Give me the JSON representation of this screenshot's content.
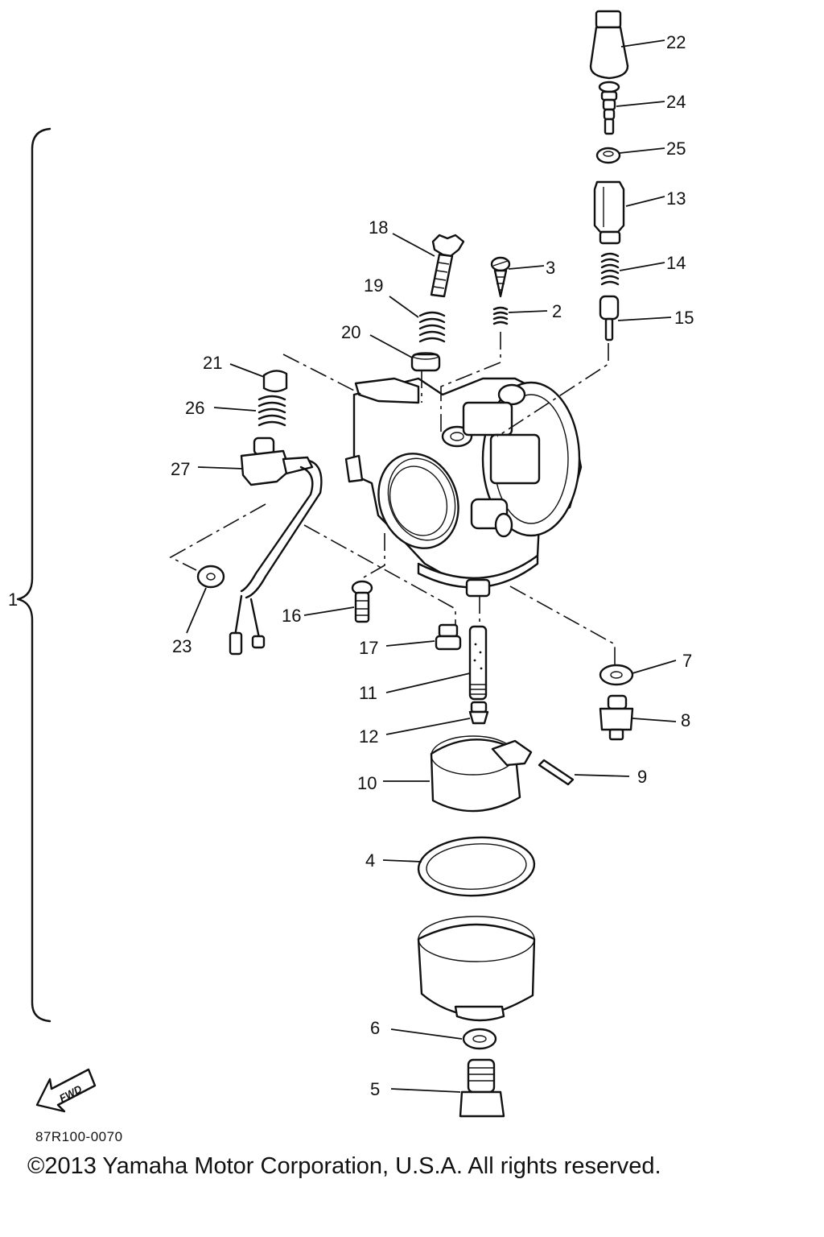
{
  "diagram": {
    "part_numbers": [
      "1",
      "2",
      "3",
      "4",
      "5",
      "6",
      "7",
      "8",
      "9",
      "10",
      "11",
      "12",
      "13",
      "14",
      "15",
      "16",
      "17",
      "18",
      "19",
      "20",
      "21",
      "22",
      "23",
      "24",
      "25",
      "26",
      "27"
    ],
    "fwd_arrow_label": "FWD",
    "drawing_code": "87R100-0070",
    "copyright": "©2013 Yamaha Motor Corporation, U.S.A. All rights reserved."
  }
}
